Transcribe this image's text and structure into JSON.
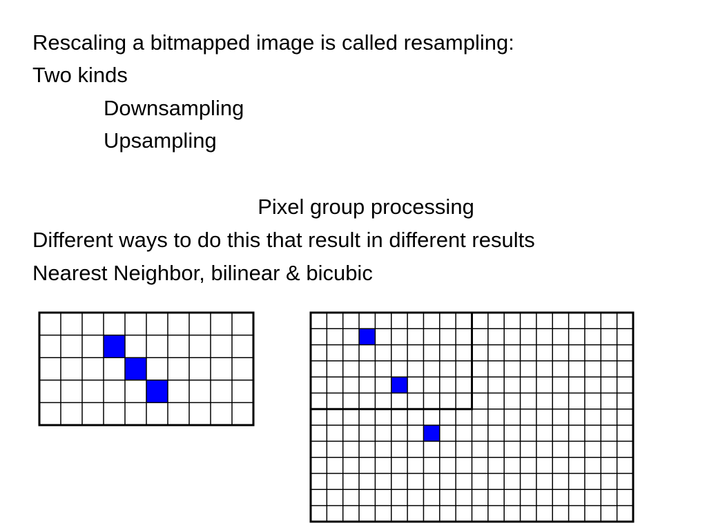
{
  "text": {
    "line1": "Rescaling a bitmapped image is called resampling:",
    "line2": "Two kinds",
    "line3": "Downsampling",
    "line4": "Upsampling",
    "line5": "Pixel group processing",
    "line6": "Different ways to do this that result in different results",
    "line7": "Nearest Neighbor, bilinear & bicubic"
  },
  "colors": {
    "filled_pixel": "#0000ff",
    "grid_line": "#000000",
    "background": "#ffffff"
  },
  "small_grid": {
    "cols": 10,
    "rows": 5,
    "filled_cells": [
      [
        3,
        1
      ],
      [
        4,
        2
      ],
      [
        5,
        3
      ]
    ]
  },
  "large_grid": {
    "cols": 20,
    "rows": 13,
    "filled_cells": [
      [
        3,
        1
      ],
      [
        5,
        4
      ],
      [
        7,
        7
      ]
    ],
    "highlight_region": {
      "cols": 10,
      "rows": 6
    }
  }
}
